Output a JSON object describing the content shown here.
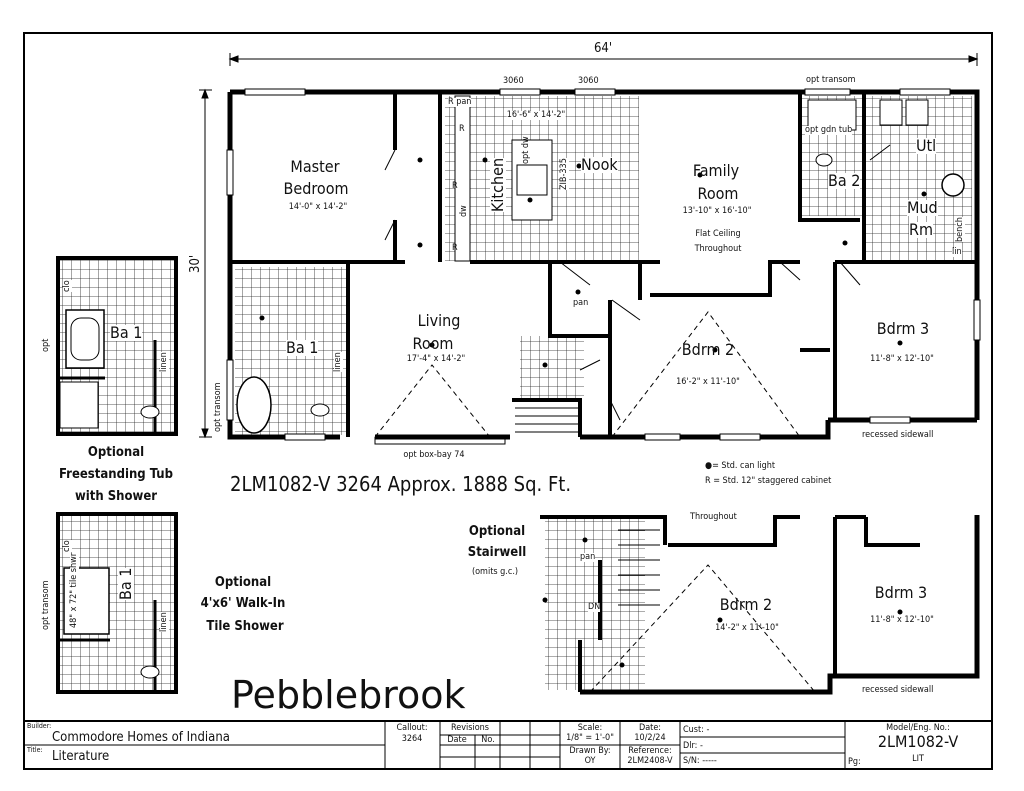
{
  "overall": {
    "width_dim": "64'",
    "depth_dim": "30'",
    "top_callouts": [
      "3060",
      "3060",
      "opt transom"
    ],
    "bottom_callout": "opt box-bay 74",
    "left_callout": "opt transom"
  },
  "rooms": {
    "master": {
      "name_1": "Master",
      "name_2": "Bedroom",
      "dims": "14'-0\" x 14'-2\""
    },
    "kitchen": {
      "name": "Kitchen",
      "dims": "16'-6\" x 14'-2\"",
      "code": "ZIB-335"
    },
    "nook": {
      "name": "Nook"
    },
    "family": {
      "name_1": "Family",
      "name_2": "Room",
      "dims": "13'-10\" x 16'-10\"",
      "note_1": "Flat Ceiling",
      "note_2": "Throughout"
    },
    "living": {
      "name_1": "Living",
      "name_2": "Room",
      "dims": "17'-4\" x 14'-2\""
    },
    "bdrm2": {
      "name": "Bdrm 2",
      "dims": "16'-2\" x 11'-10\""
    },
    "bdrm3": {
      "name": "Bdrm 3",
      "dims": "11'-8\" x 12'-10\""
    },
    "ba1": {
      "name": "Ba 1",
      "linen": "linen"
    },
    "ba2": {
      "name": "Ba 2",
      "opt_tub": "opt gdn tub"
    },
    "utl": {
      "name": "Utl"
    },
    "mud": {
      "name_1": "Mud",
      "name_2": "Rm",
      "bench": "bench",
      "lin": "lin"
    },
    "pan": "pan",
    "kitchen_labels": [
      "R pan",
      "R",
      "R",
      "R",
      "dw",
      "opt dw"
    ]
  },
  "notes": {
    "recessed": "recessed sidewall",
    "legend_can": "●= Std. can light",
    "legend_r": "R = Std. 12\" staggered cabinet",
    "model_line": "2LM1082-V 3264 Approx. 1888 Sq. Ft."
  },
  "opt_tub": {
    "title_1": "Optional",
    "title_2": "Freestanding Tub",
    "title_3": "with Shower",
    "room": "Ba 1",
    "clo": "clo",
    "linen": "linen",
    "opt": "opt"
  },
  "opt_shower": {
    "title_1": "Optional",
    "title_2": "4'x6' Walk-In",
    "title_3": "Tile Shower",
    "room": "Ba 1",
    "shower": "48\" x 72\" tile shwr",
    "opt_transom": "opt transom",
    "clo": "clo",
    "linen": "linen"
  },
  "opt_stair": {
    "title_1": "Optional",
    "title_2": "Stairwell",
    "subtitle": "(omits g.c.)",
    "throughout": "Throughout",
    "bdrm2": "Bdrm 2",
    "bdrm2_dims": "14'-2\" x 11'-10\"",
    "bdrm3": "Bdrm 3",
    "bdrm3_dims": "11'-8\" x 12'-10\"",
    "recessed": "recessed sidewall",
    "pan": "pan",
    "dn": "DN"
  },
  "brand": "Pebblebrook",
  "title_block": {
    "builder_label": "Builder:",
    "builder": "Commodore Homes of Indiana",
    "title_label": "Title:",
    "title": "Literature",
    "callout_label": "Callout:",
    "callout": "3264",
    "revisions_label": "Revisions",
    "date_label": "Date",
    "no_label": "No.",
    "scale_label": "Scale:",
    "scale": "1/8\" = 1'-0\"",
    "date_head": "Date:",
    "date": "10/2/24",
    "drawn_label": "Drawn By:",
    "drawn": "OY",
    "ref_label": "Reference:",
    "ref": "2LM2408-V",
    "cust": "Cust: -",
    "dlr": "Dlr: -",
    "sn": "S/N: -----",
    "model_label": "Model/Eng. No.:",
    "model": "2LM1082-V",
    "pg_label": "Pg:",
    "pg": "LIT"
  }
}
